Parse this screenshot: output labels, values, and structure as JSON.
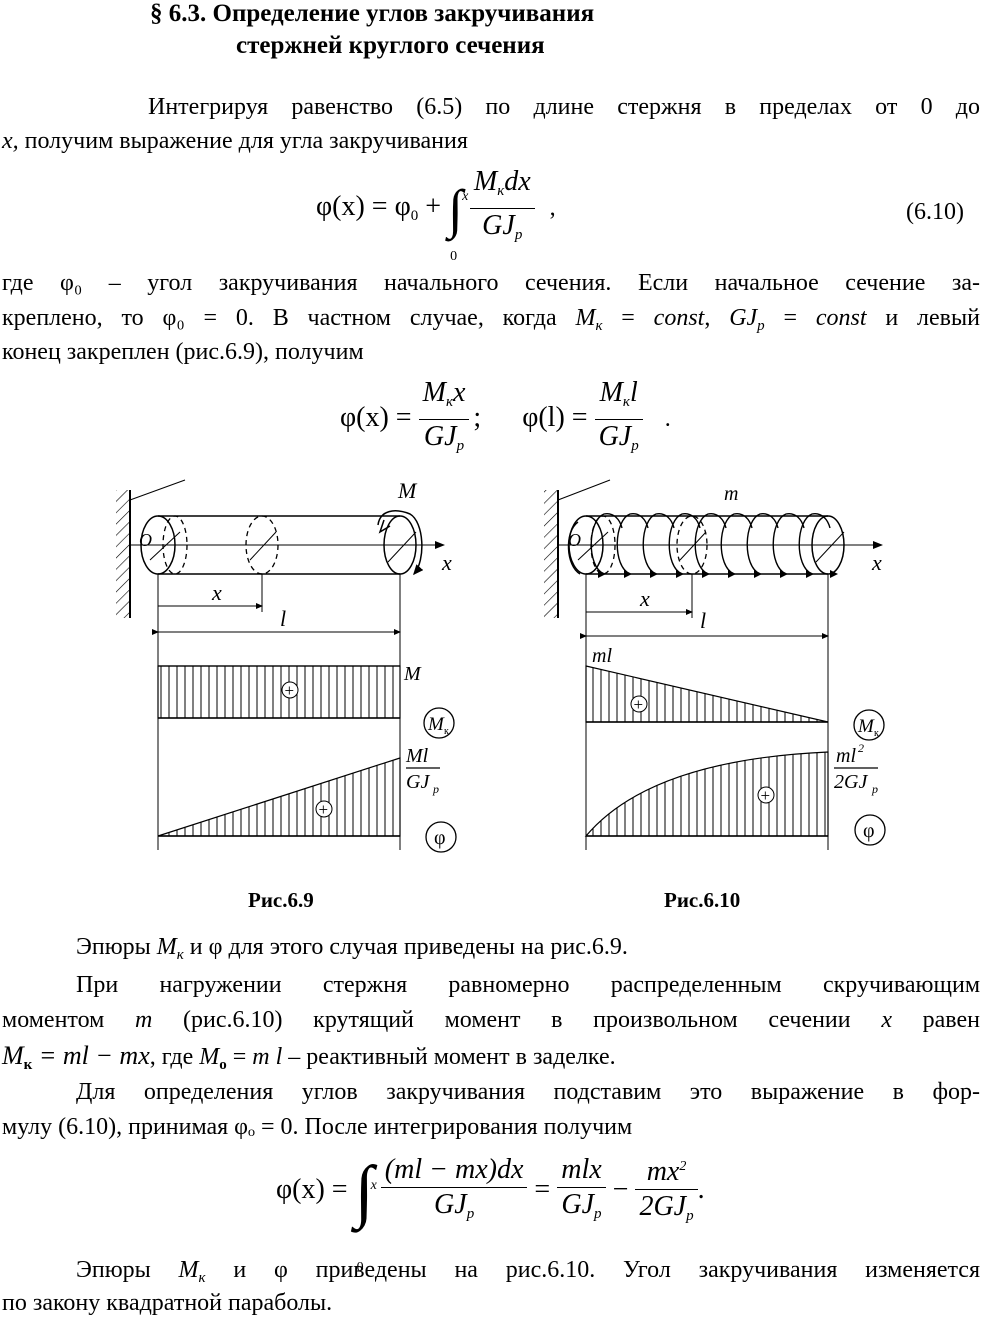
{
  "heading": {
    "line1": "§ 6.3.  Определение  углов  закручивания",
    "line2": "стержней  круглого  сечения"
  },
  "p1": {
    "l1": "Интегрируя равенство (6.5) по длине стержня в пределах от  0  до",
    "l2a": "x,",
    "l2b": " получим выражение для угла закручивания"
  },
  "eq610": {
    "lhs": "φ(x) = φ",
    "lhs_sub": "0",
    "plus": " + ",
    "upper": "x",
    "lower": "0",
    "num": "M",
    "num_sub": "к",
    "num_tail": "dx",
    "den": "GJ",
    "den_sub": "p",
    "comma": ",",
    "number": "(6.10)"
  },
  "p2": {
    "l1": "где   φ₀ – угол закручивания начального сечения. Если начальное сечение за-",
    "l2a": "креплено, то  φ₀ = 0.  В частном случае, когда  ",
    "l2b": "M",
    "l2c": "к",
    "l2d": " = ",
    "l2e": "const",
    "l2f": ",  ",
    "l2g": "GJ",
    "l2h": "p",
    "l2i": " = ",
    "l2j": "const",
    "l2k": "  и левый",
    "l3": "конец закреплен (рис.6.9), получим"
  },
  "eqpair": {
    "lhs1": "φ(x) =",
    "num1": "M",
    "num1_sub": "к",
    "num1_tail": "x",
    "den1": "GJ",
    "den1_sub": "p",
    "sep": ";",
    "lhs2": "φ(l) =",
    "num2": "M",
    "num2_sub": "к",
    "num2_tail": "l",
    "den2": "GJ",
    "den2_sub": "p",
    "dot": "."
  },
  "fig69": {
    "M_top": "M",
    "O": "O",
    "x_axis": "x",
    "x_dim": "x",
    "l_dim": "l",
    "M_diag": "M",
    "plus1": "+",
    "Mk_circle": "M",
    "Mk_circle_sub": "к",
    "Ml_num": "Ml",
    "Ml_den": "GJ",
    "Ml_den_sub": "p",
    "plus2": "+",
    "phi_circle": "φ",
    "caption": "Рис.6.9"
  },
  "fig610": {
    "m_top": "m",
    "O": "O",
    "x_axis": "x",
    "x_dim": "x",
    "l_dim": "l",
    "ml_label": "ml",
    "plus1": "+",
    "Mk_circle": "M",
    "Mk_circle_sub": "к",
    "ml2_num": "ml",
    "ml2_sup": "2",
    "ml2_den": "2GJ",
    "ml2_den_sub": "p",
    "plus2": "+",
    "phi_circle": "φ",
    "caption": "Рис.6.10"
  },
  "p3": {
    "a": "Эпюры  ",
    "b": "M",
    "c": "к",
    "d": "  и  φ  для этого случая приведены на рис.6.9."
  },
  "p4": {
    "l1": "При  нагружении  стержня  равномерно  распределенным  скручивающим",
    "l2a": "моментом  ",
    "l2b": "m",
    "l2c": "  (рис.6.10)  крутящий  момент  в  произвольном  сечении  ",
    "l2d": "x",
    "l2e": "  равен",
    "l3a": "M",
    "l3b": "к",
    "l3c": " = ml − mx",
    "l3d": ", где  ",
    "l3e": "M",
    "l3f": "о",
    "l3g": " = ",
    "l3h": "m l",
    "l3i": " – реактивный момент в заделке."
  },
  "p5": {
    "l1": "Для определения углов закручивания подставим это выражение в фор-",
    "l2": "мулу (6.10), принимая  φₒ = 0.  После интегрирования получим"
  },
  "eqfinal": {
    "lhs": "φ(x) =",
    "upper": "x",
    "lower": "0",
    "num1": "(ml − mx)dx",
    "den1": "GJ",
    "den1_sub": "p",
    "eq": "=",
    "num2": "mlx",
    "den2": "GJ",
    "den2_sub": "p",
    "minus": "−",
    "num3": "mx",
    "num3_sup": "2",
    "den3": "2GJ",
    "den3_sub": "p",
    "dot": "."
  },
  "p6": {
    "l1a": "Эпюры  ",
    "l1b": "M",
    "l1c": "к",
    "l1d": "  и  φ  приведены на рис.6.10. Угол закручивания изменяется",
    "l2": "по закону квадратной параболы."
  }
}
